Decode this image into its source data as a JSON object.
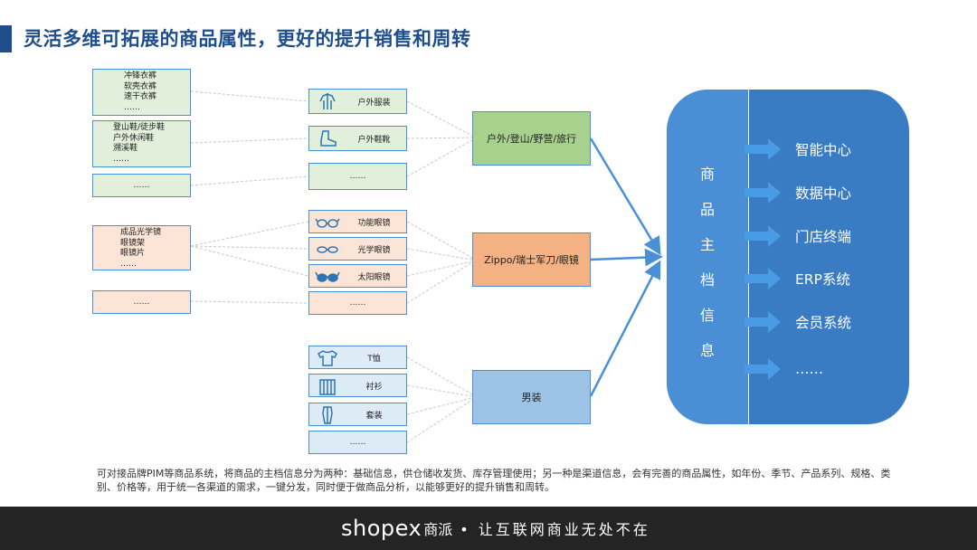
{
  "title": "灵活多维可拓展的商品属性，更好的提升销售和周转",
  "left_lists": {
    "list1": [
      "冲锋衣裤",
      "软壳衣裤",
      "速干衣裤",
      "……"
    ],
    "list2": [
      "登山鞋/徒步鞋",
      "户外休闲鞋",
      "溯溪鞋",
      "……"
    ],
    "list3": "……",
    "list4": [
      "成品光学镜",
      "眼镜架",
      "眼镜片",
      "……"
    ],
    "list5": "……"
  },
  "attributes": {
    "outdoor_clothing": "户外服装",
    "outdoor_shoes": "户外鞋靴",
    "outdoor_more": "……",
    "functional_glasses": "功能眼镜",
    "optical_glasses": "光学眼镜",
    "sun_glasses": "太阳眼镜",
    "glasses_more": "……",
    "tshirt": "T恤",
    "shirt": "衬衫",
    "suit": "套装",
    "mens_more": "……"
  },
  "categories": {
    "outdoor": "户外/登山/野营/旅行",
    "zippo": "Zippo/瑞士军刀/眼镜",
    "menswear": "男装"
  },
  "center": {
    "vertical_chars": [
      "商",
      "品",
      "主",
      "档",
      "信",
      "息"
    ],
    "systems": [
      "智能中心",
      "数据中心",
      "门店终端",
      "ERP系统",
      "会员系统",
      "……"
    ]
  },
  "footer_text": "可对接品牌PIM等商品系统，将商品的主档信息分为两种：基础信息，供仓储收发货、库存管理使用；另一种是渠道信息，会有完善的商品属性，如年份、季节、产品系列、规格、类别、价格等，用于统一各渠道的需求，一键分发，同时便于做商品分析，以能够更好的提升销售和周转。",
  "footer": {
    "brand": "shopex",
    "brand_cn": "商派",
    "slogan": "• 让互联网商业无处不在"
  },
  "colors": {
    "title": "#1f4e8c",
    "line": "#4a90d9",
    "green": "#e2efda",
    "peach": "#fce4d6",
    "blue": "#ddebf7",
    "panel": "#3a7cc3"
  }
}
